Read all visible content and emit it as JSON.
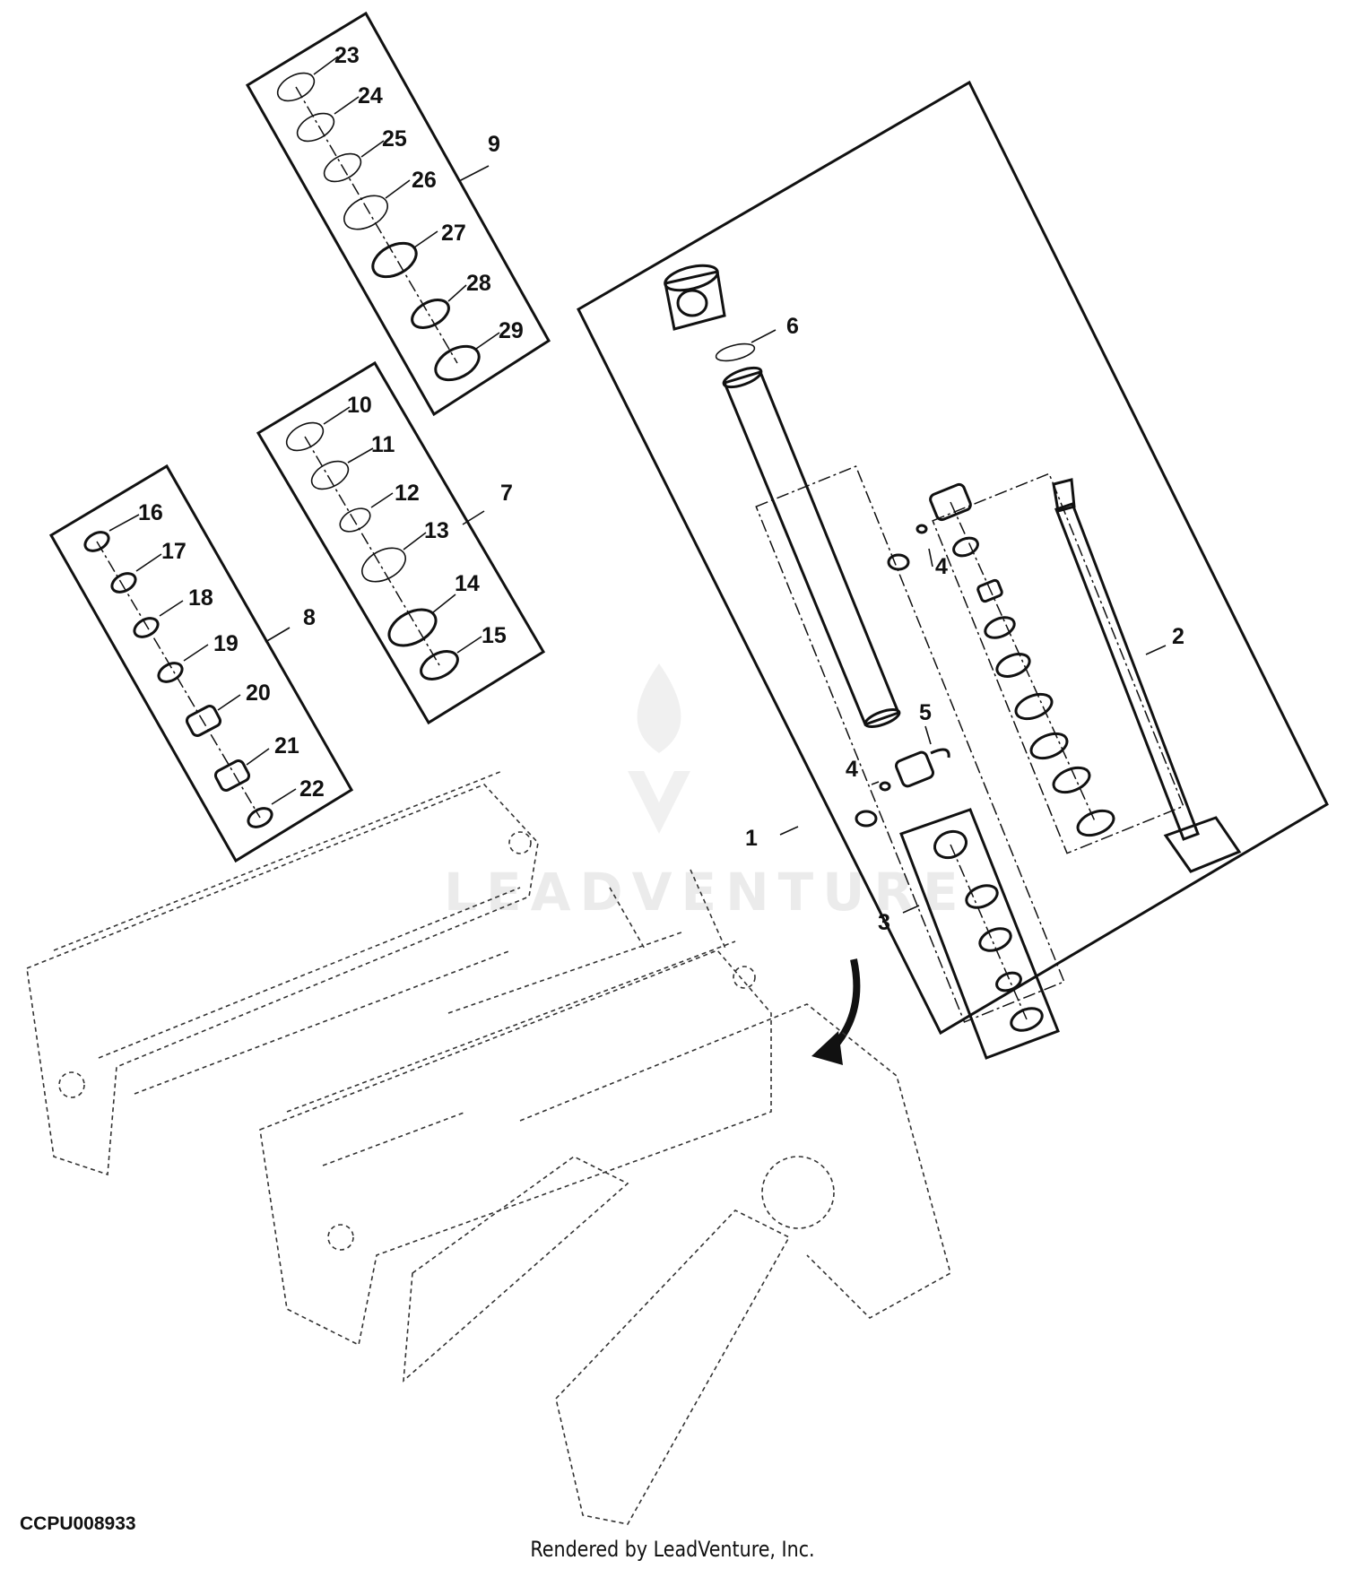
{
  "diagram": {
    "figure_code": "CCPU008933",
    "credit": "Rendered by LeadVenture, Inc.",
    "watermark": "LEADVENTURE",
    "callouts": [
      "1",
      "2",
      "3",
      "4",
      "4",
      "5",
      "6",
      "7",
      "8",
      "9",
      "10",
      "11",
      "12",
      "13",
      "14",
      "15",
      "16",
      "17",
      "18",
      "19",
      "20",
      "21",
      "22",
      "23",
      "24",
      "25",
      "26",
      "27",
      "28",
      "29"
    ]
  }
}
